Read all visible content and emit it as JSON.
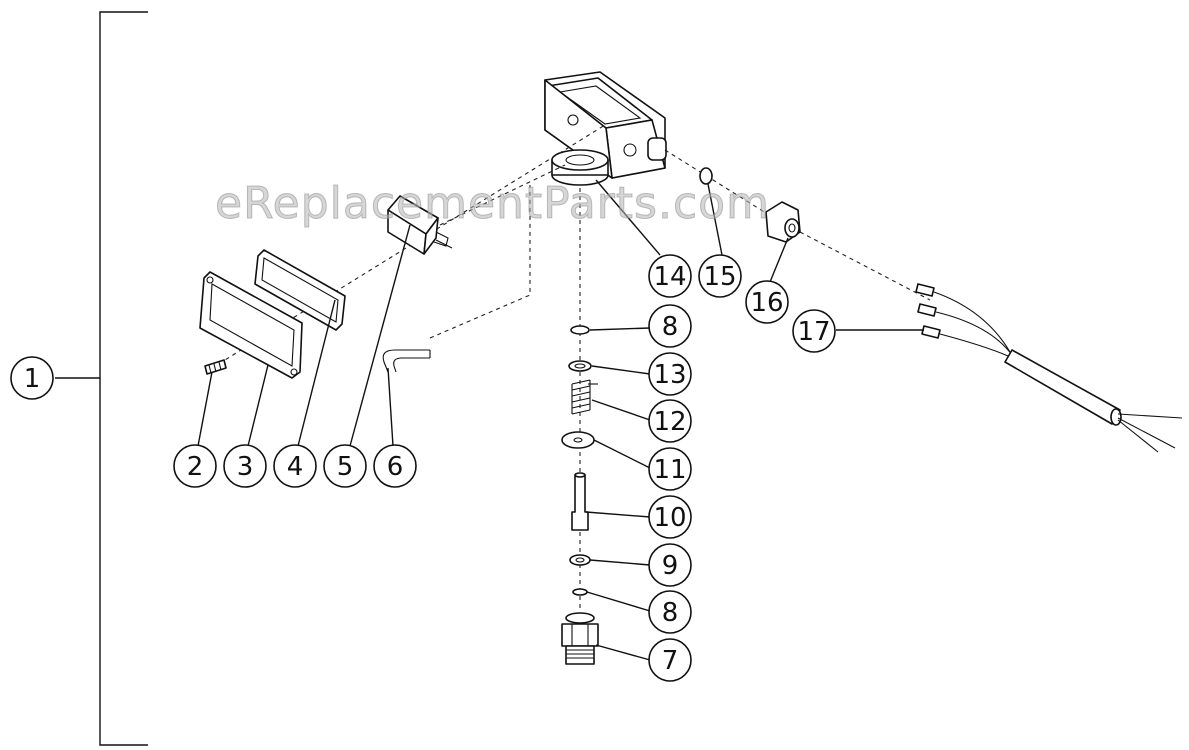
{
  "watermark": "eReplacementParts.com",
  "callouts": [
    {
      "id": "1",
      "label": "1"
    },
    {
      "id": "2",
      "label": "2"
    },
    {
      "id": "3",
      "label": "3"
    },
    {
      "id": "4",
      "label": "4"
    },
    {
      "id": "5",
      "label": "5"
    },
    {
      "id": "6",
      "label": "6"
    },
    {
      "id": "7",
      "label": "7"
    },
    {
      "id": "8a",
      "label": "8"
    },
    {
      "id": "8b",
      "label": "8"
    },
    {
      "id": "9",
      "label": "9"
    },
    {
      "id": "10",
      "label": "10"
    },
    {
      "id": "11",
      "label": "11"
    },
    {
      "id": "12",
      "label": "12"
    },
    {
      "id": "13",
      "label": "13"
    },
    {
      "id": "14",
      "label": "14"
    },
    {
      "id": "15",
      "label": "15"
    },
    {
      "id": "16",
      "label": "16"
    },
    {
      "id": "17",
      "label": "17"
    }
  ]
}
